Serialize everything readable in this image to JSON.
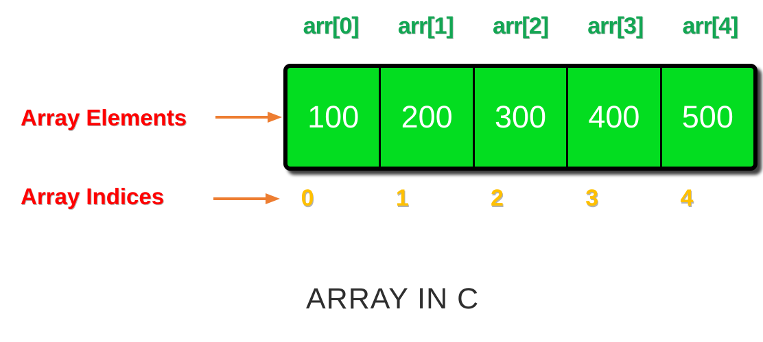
{
  "page": {
    "title": "ARRAY IN C"
  },
  "array": {
    "labels": [
      "arr[0]",
      "arr[1]",
      "arr[2]",
      "arr[3]",
      "arr[4]"
    ],
    "values": [
      "100",
      "200",
      "300",
      "400",
      "500"
    ],
    "indices": [
      "0",
      "1",
      "2",
      "3",
      "4"
    ]
  },
  "annotations": {
    "elements_label": "Array Elements",
    "indices_label": "Array Indices"
  },
  "colors": {
    "cell_green": "#03DD20",
    "arr_label_green": "#13A653",
    "annotation_red": "#FF0000",
    "arrow_orange": "#ED7D31",
    "index_yellow": "#FFC000",
    "title_gray": "#2E2E2E",
    "border_black": "#000000",
    "value_white": "#FFFFFF"
  }
}
